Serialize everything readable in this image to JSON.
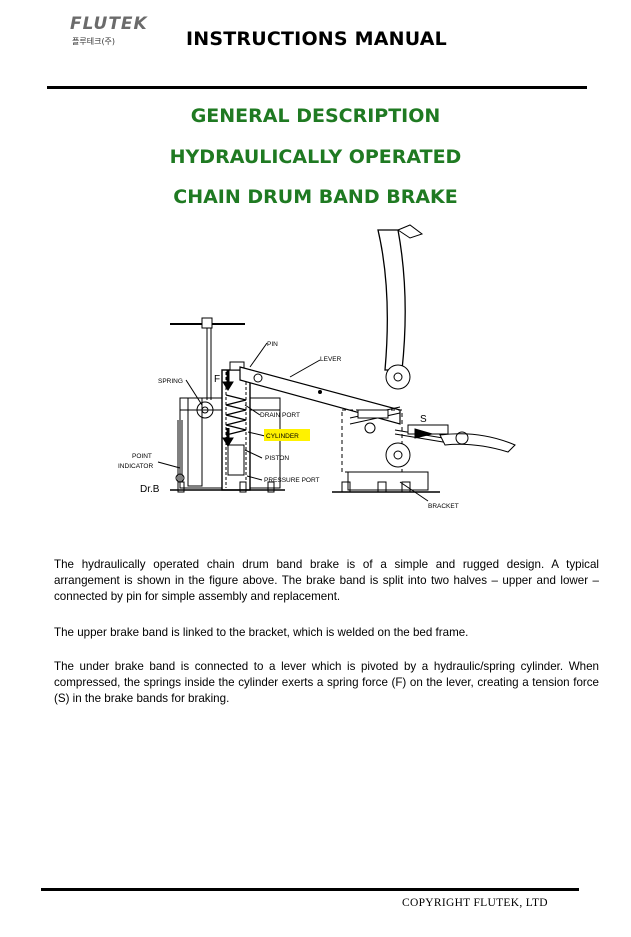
{
  "header": {
    "logo_text": "FLUTEK",
    "logo_subtext": "플루테크(주)",
    "title": "INSTRUCTIONS MANUAL"
  },
  "titles": [
    "GENERAL DESCRIPTION",
    "HYDRAULICALLY OPERATED",
    "CHAIN DRUM BAND BRAKE"
  ],
  "figure": {
    "labels": {
      "pin": "PIN",
      "lever": "LEVER",
      "spring": "SPRING",
      "f": "F",
      "drain_port": "DRAIN PORT",
      "cylinder": "CYLINDER",
      "piston": "PISTON",
      "point_indicator_1": "POINT",
      "point_indicator_2": "INDICATOR",
      "pressure_port": "PRESSURE PORT",
      "dr_b": "Dr.B",
      "s": "S",
      "bracket": "BRACKET"
    },
    "highlight_color": "#fff200"
  },
  "paragraphs": [
    "The hydraulically operated chain drum band brake is of a simple and rugged design. A typical arrangement is shown in the figure above. The brake band is split into two halves – upper and lower – connected by pin for simple assembly and replacement.",
    "The upper brake band is linked to the bracket, which is welded on the bed frame.",
    "The under brake band is connected to a lever which is pivoted by a hydraulic/spring cylinder. When compressed, the springs inside the cylinder exerts a spring force (F) on the lever, creating a tension force (S) in the brake bands for braking."
  ],
  "footer": {
    "copyright": "COPYRIGHT FLUTEK, LTD"
  },
  "colors": {
    "title_green": "#1f7a22",
    "rule": "#000000"
  }
}
